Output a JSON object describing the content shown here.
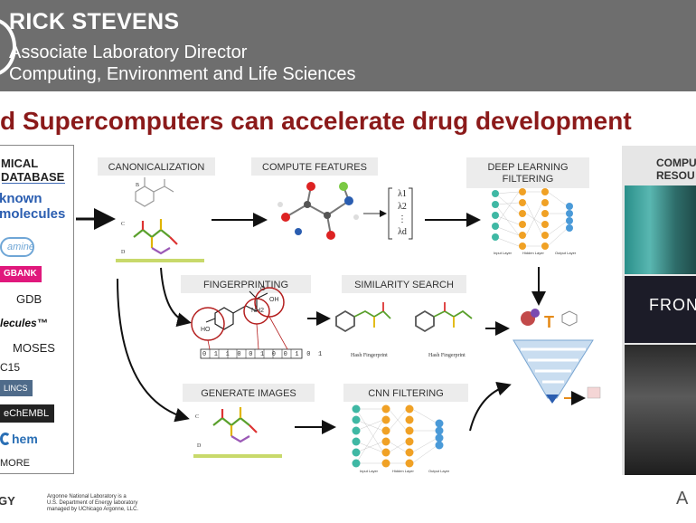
{
  "header": {
    "name": "RICK STEVENS",
    "role": "Associate Laboratory Director",
    "division": "Computing, Environment and Life Sciences"
  },
  "title": "d Supercomputers can accelerate drug development",
  "database": {
    "title_line1": "MICAL",
    "title_line2": "DATABASE",
    "known_line1": "known",
    "known_line2": "molecules",
    "logos": {
      "enamine": "amine",
      "drugbank": "GBANK",
      "gdb": "GDB",
      "molecules": "lecules™",
      "moses": "MOSES",
      "c15": "C15",
      "lincs": "LINCS",
      "chembl": "eChEMBL",
      "chem": "hem",
      "more": "MORE"
    }
  },
  "stages": {
    "canonicalization": "CANONICALIZATION",
    "compute_features": "COMPUTE FEATURES",
    "deep_learning_line1": "DEEP LEARNING",
    "deep_learning_line2": "FILTERING",
    "fingerprinting": "FINGERPRINTING",
    "similarity_search": "SIMILARITY SEARCH",
    "generate_images": "GENERATE IMAGES",
    "cnn_filtering": "CNN FILTERING"
  },
  "captions": {
    "hash1": "Hash Fingerprint",
    "hash2": "Hash Fingerprint",
    "fingerprint_bits": "0 1 1 0 0 1 0 0 1 0 1",
    "ho": "HO",
    "nh2": "NH2",
    "oh": "OH",
    "o": "O",
    "label_b": "B",
    "label_c": "C",
    "label_d": "D",
    "features": [
      "λ1",
      "λ2",
      "⋮",
      "λd"
    ],
    "nn_input": "Input Layer",
    "nn_hidden": "Hidden Layer",
    "nn_output": "Output Layer",
    "target": "T"
  },
  "resources": {
    "title_line1": "COMPU",
    "title_line2": "RESOU",
    "frontier": "FRONT"
  },
  "footer": {
    "doe": "GY",
    "anl_line1": "Argonne National Laboratory is a",
    "anl_line2": "U.S. Department of Energy laboratory",
    "anl_line3": "managed by UChicago Argonne, LLC.",
    "anl_mark": "A"
  },
  "colors": {
    "header_bg": "#6e6e6e",
    "title": "#8b1a1a",
    "known": "#2a5db0",
    "nn_input": "#3fb8a4",
    "nn_hidden": "#f0a125",
    "nn_output": "#4a9ad8"
  }
}
